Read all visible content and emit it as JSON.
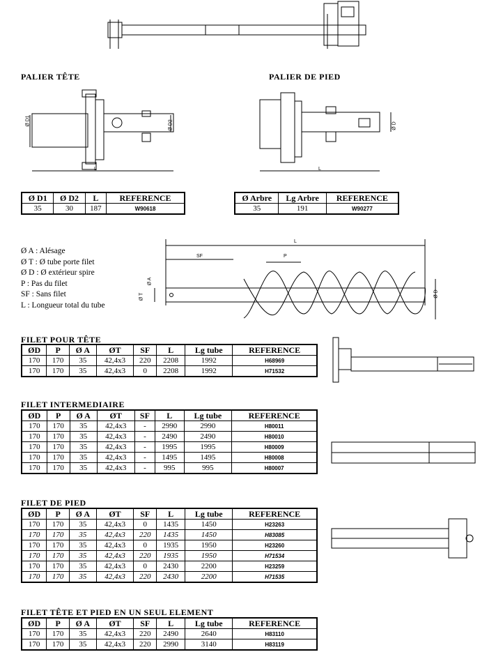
{
  "sections": {
    "palier_tete": "PALIER TÊTE",
    "palier_pied": "PALIER DE PIED",
    "filet_tete": "FILET POUR TÊTE",
    "filet_inter": "FILET INTERMEDIAIRE",
    "filet_pied": "FILET DE PIED",
    "filet_seul": "FILET TÊTE ET PIED EN UN SEUL ELEMENT"
  },
  "legend": [
    "Ø A : Alésage",
    "Ø T : Ø tube porte filet",
    "Ø D : Ø extérieur spire",
    "P : Pas du filet",
    "SF : Sans filet",
    "L : Longueur total du tube"
  ],
  "dims": {
    "d1": "Ø D1",
    "d2": "Ø D2",
    "l": "L",
    "d": "Ø D",
    "sf": "SF",
    "p": "P",
    "a": "Ø A",
    "t": "Ø T"
  },
  "palier_tete_table": {
    "headers": [
      "Ø D1",
      "Ø D2",
      "L",
      "REFERENCE"
    ],
    "rows": [
      [
        "35",
        "30",
        "187",
        "W90618"
      ]
    ]
  },
  "palier_pied_table": {
    "headers": [
      "Ø Arbre",
      "Lg Arbre",
      "REFERENCE"
    ],
    "rows": [
      [
        "35",
        "191",
        "W90277"
      ]
    ]
  },
  "filet_headers": [
    "ØD",
    "P",
    "Ø A",
    "ØT",
    "SF",
    "L",
    "Lg tube",
    "REFERENCE"
  ],
  "filet_tete_rows": [
    [
      "170",
      "170",
      "35",
      "42,4x3",
      "220",
      "2208",
      "1992",
      "H68969"
    ],
    [
      "170",
      "170",
      "35",
      "42,4x3",
      "0",
      "2208",
      "1992",
      "H71532"
    ]
  ],
  "filet_inter_rows": [
    [
      "170",
      "170",
      "35",
      "42,4x3",
      "-",
      "2990",
      "2990",
      "H80011"
    ],
    [
      "170",
      "170",
      "35",
      "42,4x3",
      "-",
      "2490",
      "2490",
      "H80010"
    ],
    [
      "170",
      "170",
      "35",
      "42,4x3",
      "-",
      "1995",
      "1995",
      "H80009"
    ],
    [
      "170",
      "170",
      "35",
      "42,4x3",
      "-",
      "1495",
      "1495",
      "H80008"
    ],
    [
      "170",
      "170",
      "35",
      "42,4x3",
      "-",
      "995",
      "995",
      "H80007"
    ]
  ],
  "filet_pied_rows": [
    [
      "170",
      "170",
      "35",
      "42,4x3",
      "0",
      "1435",
      "1450",
      "H23263"
    ],
    [
      "170",
      "170",
      "35",
      "42,4x3",
      "220",
      "1435",
      "1450",
      "H83085"
    ],
    [
      "170",
      "170",
      "35",
      "42,4x3",
      "0",
      "1935",
      "1950",
      "H23260"
    ],
    [
      "170",
      "170",
      "35",
      "42,4x3",
      "220",
      "1935",
      "1950",
      "H71534"
    ],
    [
      "170",
      "170",
      "35",
      "42,4x3",
      "0",
      "2430",
      "2200",
      "H23259"
    ],
    [
      "170",
      "170",
      "35",
      "42,4x3",
      "220",
      "2430",
      "2200",
      "H71535"
    ]
  ],
  "filet_seul_rows": [
    [
      "170",
      "170",
      "35",
      "42,4x3",
      "220",
      "2490",
      "2640",
      "H83110"
    ],
    [
      "170",
      "170",
      "35",
      "42,4x3",
      "220",
      "2990",
      "3140",
      "H83119"
    ]
  ]
}
